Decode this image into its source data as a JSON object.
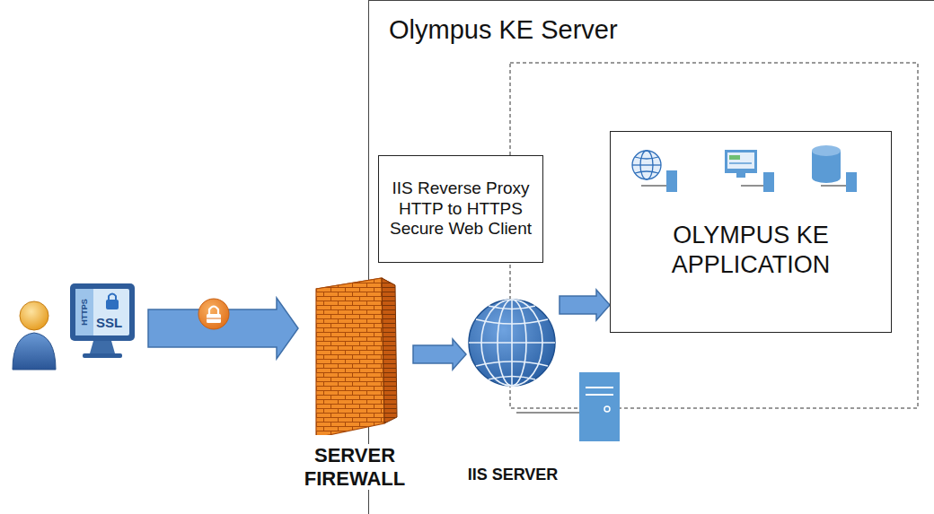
{
  "diagram": {
    "nodes": [
      {
        "text": [
          "SERVER FIREWALL"
        ]
      },
      {
        "text": [
          "Olympus KE Server"
        ]
      },
      {
        "text": [
          "IIS Reverse Proxy HTTP to HTTPS Secure Web Client"
        ],
        "in": 1
      },
      {
        "text": [
          "IIS SERVER"
        ],
        "in": 1
      },
      {
        "text": [
          "OLYMPUS KE APPLICATION"
        ],
        "in": 1
      }
    ],
    "edges": [
      {
        "from": 0,
        "to": 3,
        "arrow": "to"
      },
      {
        "from": 3,
        "to": 4,
        "arrow": "to"
      }
    ],
    "labels": [
      "HTTPS",
      "SSL"
    ]
  }
}
